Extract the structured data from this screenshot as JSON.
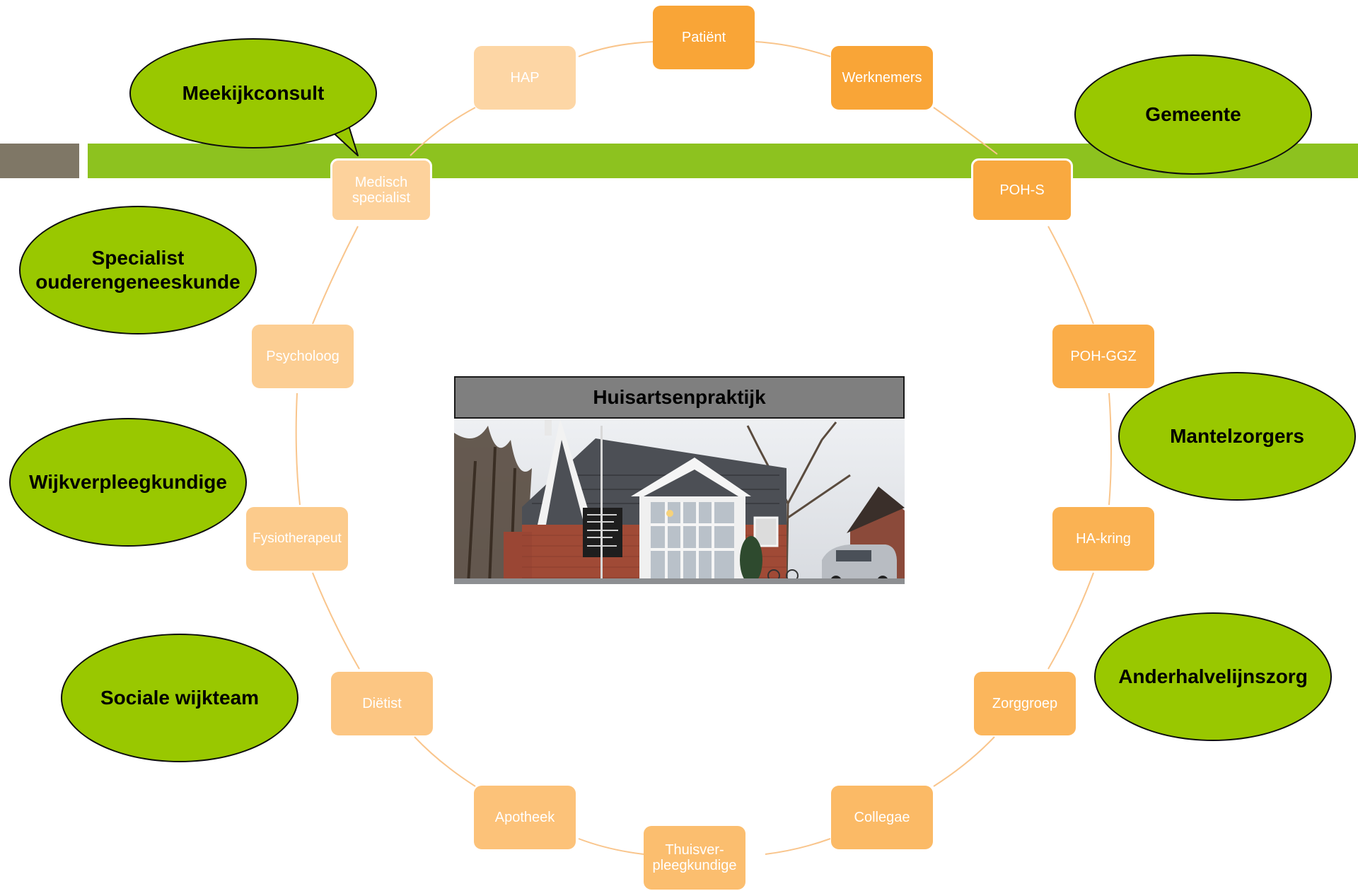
{
  "colors": {
    "band_green": "#8dc21f",
    "band_grey": "#7f7766",
    "bubble_green": "#99c800",
    "connector": "#f9c58c"
  },
  "nodes": [
    {
      "id": "patient",
      "label": "Patiënt",
      "color": "#f9a537"
    },
    {
      "id": "werknemers",
      "label": "Werknemers",
      "color": "#f9a537"
    },
    {
      "id": "poh-s",
      "label": "POH-S",
      "color": "#f9a940"
    },
    {
      "id": "poh-ggz",
      "label": "POH-GGZ",
      "color": "#faad49"
    },
    {
      "id": "ha-kring",
      "label": "HA-kring",
      "color": "#fab253"
    },
    {
      "id": "zorggroep",
      "label": "Zorggroep",
      "color": "#fbb65c"
    },
    {
      "id": "collegae",
      "label": "Collegae",
      "color": "#fbba66"
    },
    {
      "id": "thuisverpleegkundige",
      "label": "Thuisver-\npleegkundige",
      "color": "#fbbe6f"
    },
    {
      "id": "apotheek",
      "label": "Apotheek",
      "color": "#fcc279"
    },
    {
      "id": "dietist",
      "label": "Diëtist",
      "color": "#fcc683"
    },
    {
      "id": "fysiotherapeut",
      "label": "Fysiotherapeut",
      "color": "#fccb8c"
    },
    {
      "id": "psycholoog",
      "label": "Psycholoog",
      "color": "#fcce93"
    },
    {
      "id": "medisch-specialist",
      "label": "Medisch\nspecialist",
      "color": "#fdd29c"
    },
    {
      "id": "hap",
      "label": "HAP",
      "color": "#fdd6a5"
    }
  ],
  "bubbles": [
    {
      "id": "meekijkconsult",
      "label": "Meekijkconsult"
    },
    {
      "id": "gemeente",
      "label": "Gemeente"
    },
    {
      "id": "specialist-ouderengeneeskunde",
      "label": "Specialist\nouderengeneeskunde"
    },
    {
      "id": "mantelzorgers",
      "label": "Mantelzorgers"
    },
    {
      "id": "wijkverpleegkundige",
      "label": "Wijkverpleegkundige"
    },
    {
      "id": "anderhalvelijnszorg",
      "label": "Anderhalvelijnszorg"
    },
    {
      "id": "sociale-wijkteam",
      "label": "Sociale wijkteam"
    }
  ],
  "center": {
    "title": "Huisartsenpraktijk",
    "photo": "photo of general practice building"
  }
}
